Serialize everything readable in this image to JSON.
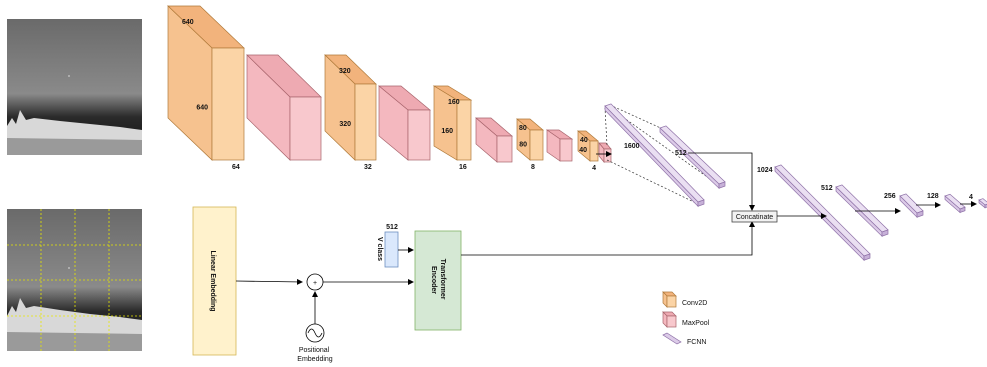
{
  "conv_blocks": [
    {
      "depth_label": "640",
      "height_label": "640",
      "channels_label": "64"
    },
    {
      "depth_label": "320",
      "height_label": "320",
      "channels_label": "32"
    },
    {
      "depth_label": "160",
      "height_label": "160",
      "channels_label": "16"
    },
    {
      "depth_label": "80",
      "height_label": "80",
      "channels_label": "8"
    },
    {
      "depth_label": "40",
      "height_label": "40",
      "channels_label": "4"
    }
  ],
  "fc_labels": [
    "1600",
    "512",
    "1024",
    "512",
    "256",
    "128",
    "4"
  ],
  "linear_embedding": "Linear Embedding",
  "positional_embedding": "Positional Embedding",
  "plus_symbol": "+",
  "class_token": {
    "size_label": "512",
    "label": "V class"
  },
  "transformer_encoder": "Transformer Encoder",
  "concatenate": "Concatinate",
  "legend": [
    {
      "label": "Conv2D",
      "color": "#f6c28f"
    },
    {
      "label": "MaxPool",
      "color": "#f4c0c6"
    },
    {
      "label": "FCNN",
      "color": "#d9c6e6"
    }
  ],
  "colors": {
    "conv_front": "#fbd4a6",
    "conv_side": "#f6c28f",
    "conv_top": "#f2b37c",
    "conv_stroke": "#b07a3a",
    "pool_front": "#f8c8cd",
    "pool_side": "#f4b8bf",
    "pool_top": "#eeaab2",
    "pool_stroke": "#a8646c",
    "fc_fill": "#dccbe8",
    "fc_stroke": "#8f72a8",
    "linear_fill": "#fff2cc",
    "linear_stroke": "#d6b656",
    "encoder_fill": "#d5e8d4",
    "encoder_stroke": "#82b366",
    "class_fill": "#dae8fc",
    "class_stroke": "#6c8ebf",
    "grid_line": "#e6e600"
  }
}
